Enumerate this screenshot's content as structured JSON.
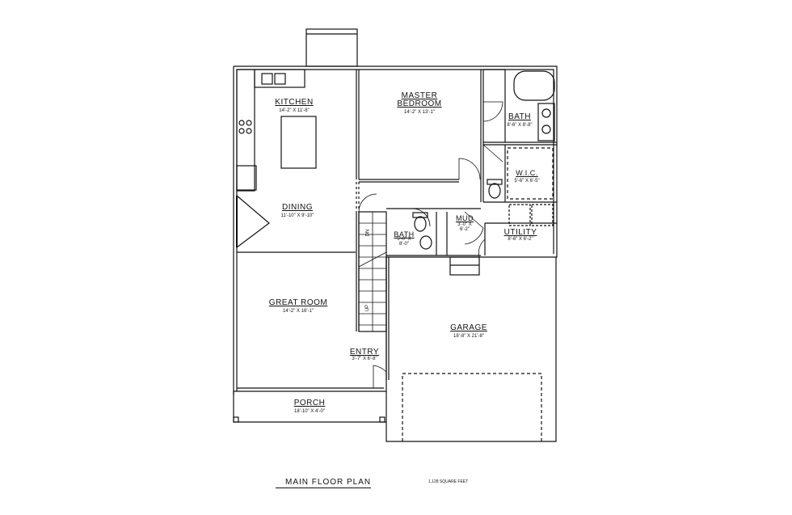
{
  "plan_title": "MAIN FLOOR PLAN",
  "square_feet": "1,128 SQUARE FEET",
  "stairs": {
    "down": "DN",
    "up": "UP"
  },
  "rooms": {
    "kitchen": {
      "name": "KITCHEN",
      "dim": "14'-2\" X 11'-8\""
    },
    "master_bedroom": {
      "name_line1": "MASTER",
      "name_line2": "BEDROOM",
      "dim": "14'-2\" X 13'-1\""
    },
    "master_bath": {
      "name": "BATH",
      "dim": "8'-6\" X 8'-8\""
    },
    "wic": {
      "name": "W.I.C.",
      "dim": "5'-6\" X 6'-5\""
    },
    "dining": {
      "name": "DINING",
      "dim": "11'-10\" X 9'-10\""
    },
    "hall_bath": {
      "name": "BATH",
      "dim_line1": "5'-0\" X",
      "dim_line2": "8'-0\""
    },
    "mud": {
      "name": "MUD",
      "dim_line1": "3'-0\" X",
      "dim_line2": "6'-2\""
    },
    "utility": {
      "name": "UTILITY",
      "dim": "8'-6\" X 6'-2\""
    },
    "great_room": {
      "name": "GREAT ROOM",
      "dim": "14'-2\" X 16'-1\""
    },
    "garage": {
      "name": "GARAGE",
      "dim": "18'-8\" X 21'-8\""
    },
    "entry": {
      "name": "ENTRY",
      "dim": "3'-7\" X 6'-8\""
    },
    "porch": {
      "name": "PORCH",
      "dim": "18'-10\" X 4'-0\""
    }
  }
}
